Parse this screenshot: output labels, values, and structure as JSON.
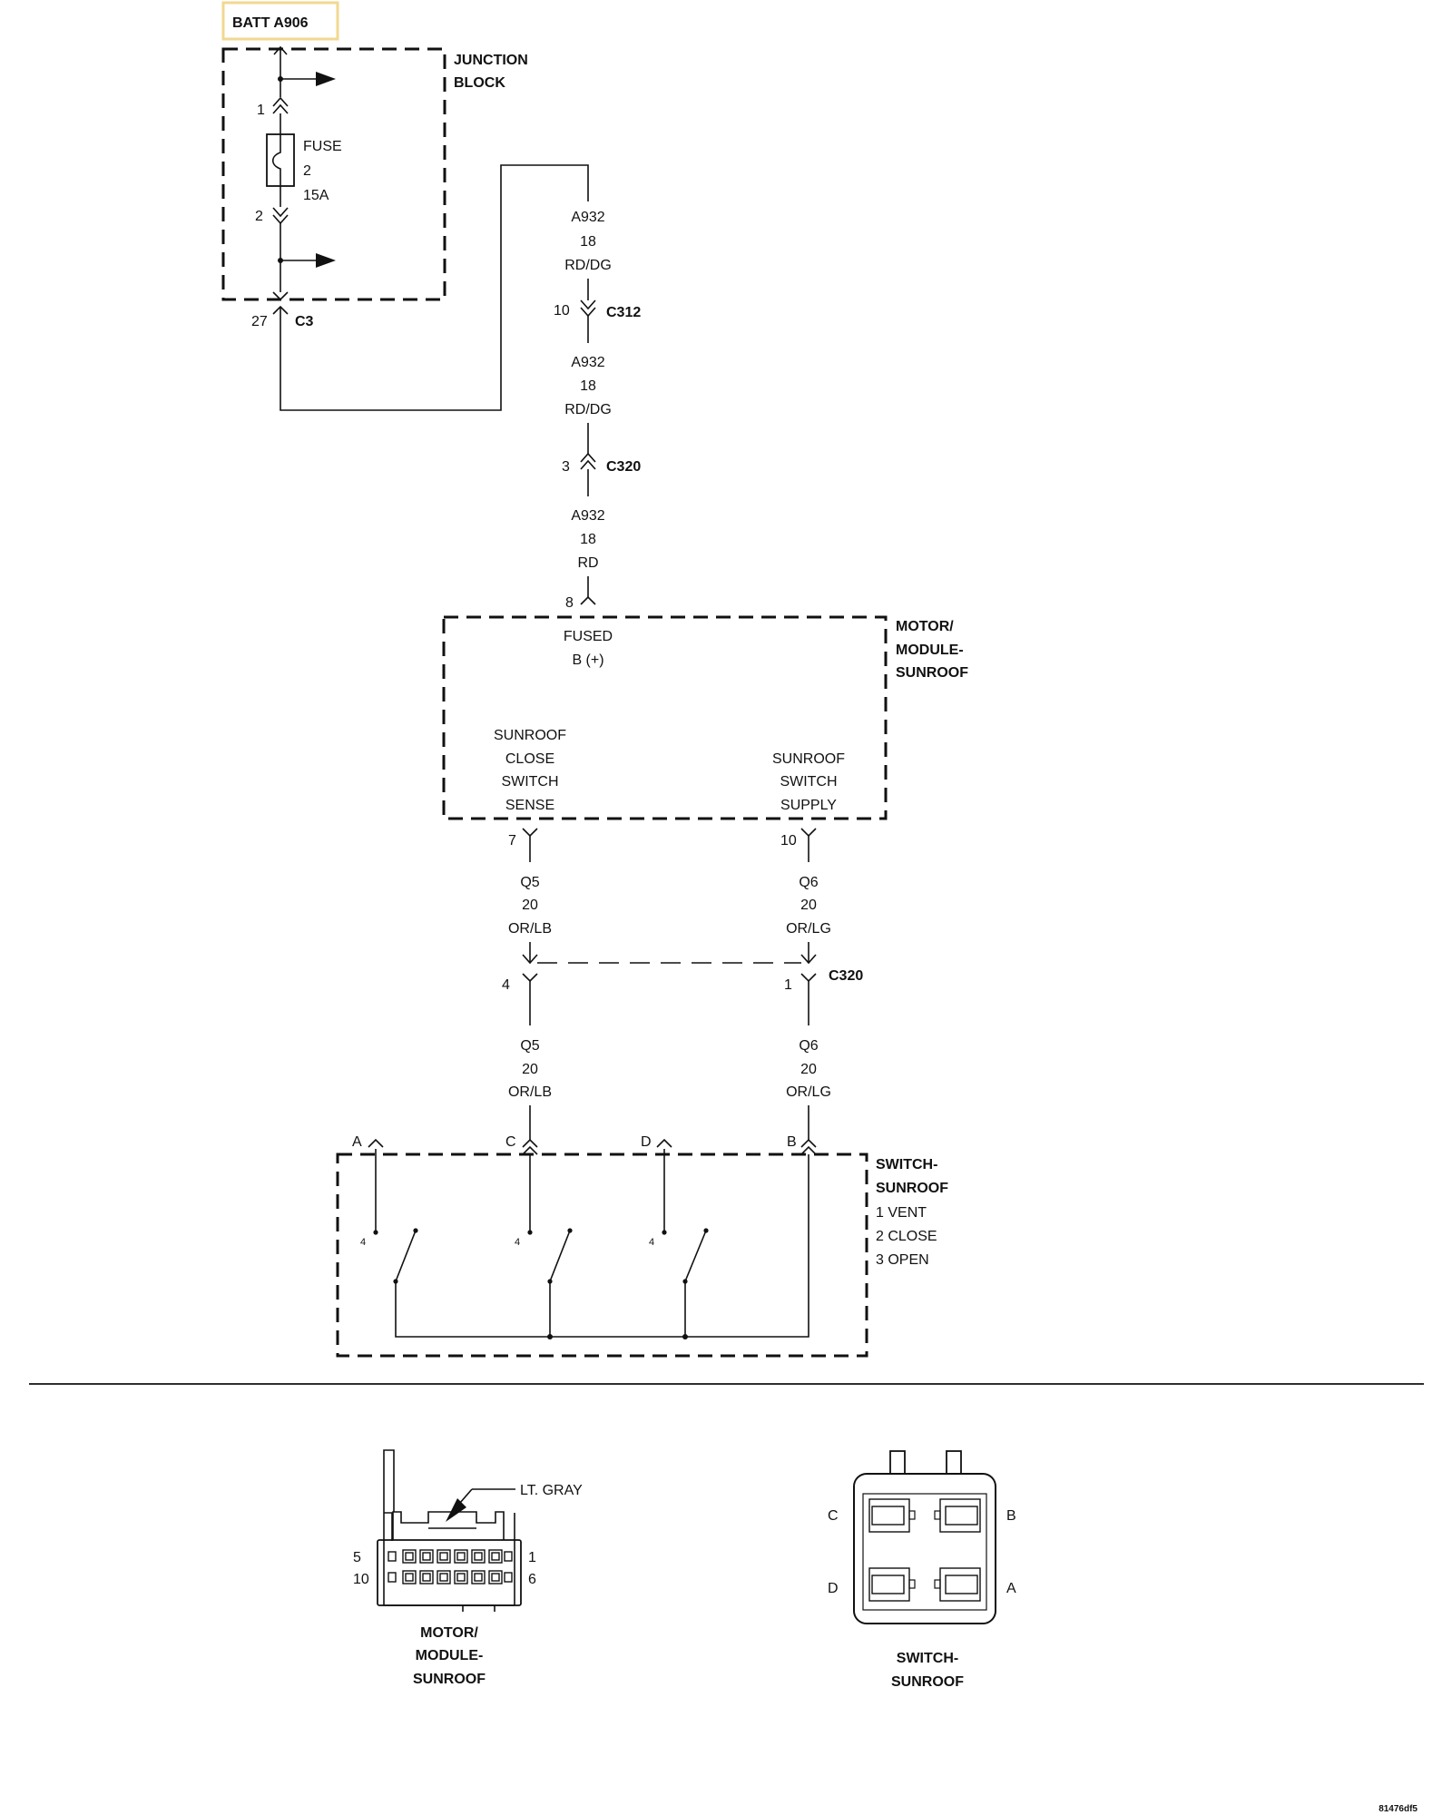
{
  "batt_label": "BATT A906",
  "junction_block": {
    "title_line1": "JUNCTION",
    "title_line2": "BLOCK"
  },
  "fuse": {
    "label": "FUSE",
    "number": "2",
    "rating": "15A",
    "pin_top": "1",
    "pin_bottom": "2",
    "out_connector": "C3",
    "out_pin": "27"
  },
  "wire_segments": {
    "a932_top": {
      "circuit": "A932",
      "gauge": "18",
      "color": "RD/DG"
    },
    "a932_mid": {
      "circuit": "A932",
      "gauge": "18",
      "color": "RD/DG"
    },
    "a932_low": {
      "circuit": "A932",
      "gauge": "18",
      "color": "RD"
    },
    "q5_upper": {
      "circuit": "Q5",
      "gauge": "20",
      "color": "OR/LB"
    },
    "q6_upper": {
      "circuit": "Q6",
      "gauge": "20",
      "color": "OR/LG"
    },
    "q5_lower": {
      "circuit": "Q5",
      "gauge": "20",
      "color": "OR/LB"
    },
    "q6_lower": {
      "circuit": "Q6",
      "gauge": "20",
      "color": "OR/LG"
    }
  },
  "connectors": {
    "c312": {
      "name": "C312",
      "pin": "10"
    },
    "c320_a": {
      "name": "C320",
      "pin": "3"
    },
    "module_in_pin": "8",
    "module_pin_close": "7",
    "module_pin_supply": "10",
    "c320_b": {
      "name": "C320",
      "pin_q5": "4",
      "pin_q6": "1"
    }
  },
  "motor_module": {
    "title_line1": "MOTOR/",
    "title_line2": "MODULE-",
    "title_line3": "SUNROOF",
    "fused_line1": "FUSED",
    "fused_line2": "B (+)",
    "close_sense": [
      "SUNROOF",
      "CLOSE",
      "SWITCH",
      "SENSE"
    ],
    "switch_supply": [
      "SUNROOF",
      "SWITCH",
      "SUPPLY"
    ]
  },
  "switch_sunroof": {
    "title_line1": "SWITCH-",
    "title_line2": "SUNROOF",
    "positions": [
      "1 VENT",
      "2 CLOSE",
      "3 OPEN"
    ],
    "pins": [
      "A",
      "C",
      "D",
      "B"
    ],
    "contact_label": "4"
  },
  "connector_views": {
    "module": {
      "callout": "LT. GRAY",
      "pin_top_left": "5",
      "pin_top_right": "1",
      "pin_bottom_left": "10",
      "pin_bottom_right": "6",
      "title_line1": "MOTOR/",
      "title_line2": "MODULE-",
      "title_line3": "SUNROOF"
    },
    "switch": {
      "pin_c": "C",
      "pin_b": "B",
      "pin_d": "D",
      "pin_a": "A",
      "title_line1": "SWITCH-",
      "title_line2": "SUNROOF"
    }
  },
  "page_code": "81476df5"
}
